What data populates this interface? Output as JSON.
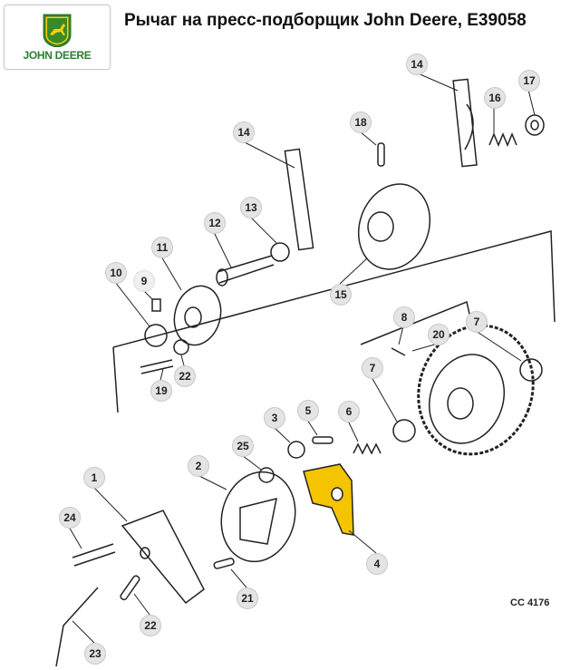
{
  "header": {
    "title": "Рычаг на пресс-подборщик John Deere, E39058",
    "logo_text": "JOHN DEERE"
  },
  "diagram": {
    "code": "CC 4176",
    "highlight_color": "#f5c400",
    "callouts": [
      "14",
      "17",
      "16",
      "18",
      "14",
      "13",
      "12",
      "11",
      "10",
      "9",
      "15",
      "8",
      "20",
      "7",
      "7",
      "22",
      "19",
      "3",
      "5",
      "6",
      "25",
      "2",
      "1",
      "24",
      "4",
      "21",
      "22",
      "23"
    ]
  }
}
